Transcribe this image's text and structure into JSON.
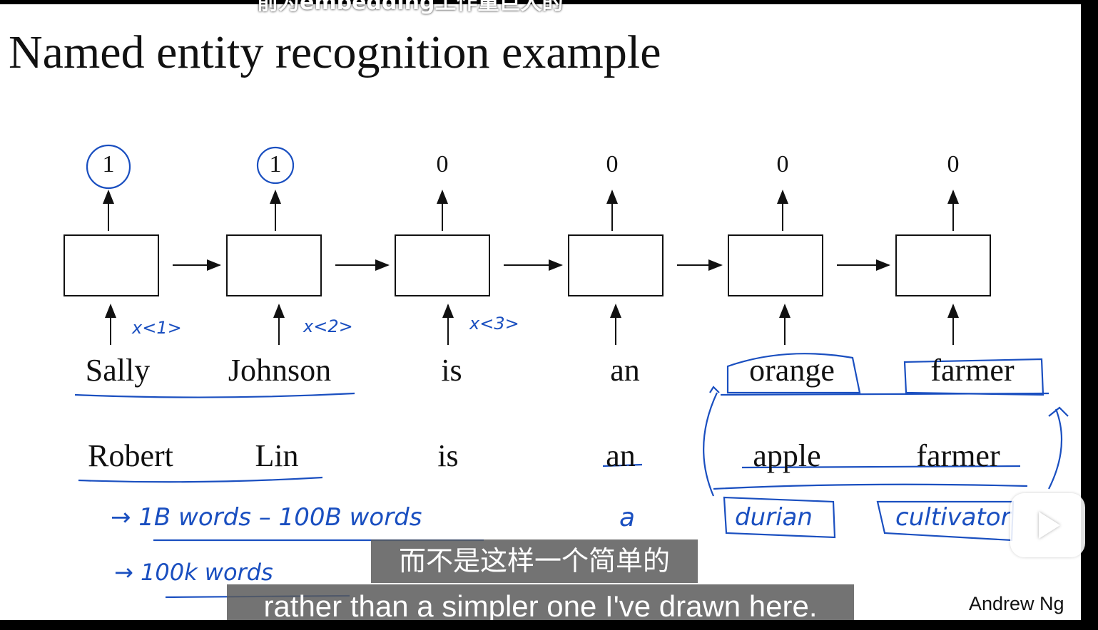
{
  "slide": {
    "title": "Named entity recognition example",
    "outputs": [
      "1",
      "1",
      "0",
      "0",
      "0",
      "0"
    ],
    "row1": [
      "Sally",
      "Johnson",
      "is",
      "an",
      "orange",
      "farmer"
    ],
    "row2": [
      "Robert",
      "Lin",
      "is",
      "an",
      "apple",
      "farmer"
    ],
    "annotations": {
      "x1": "x<1>",
      "x2": "x<2>",
      "x3": "x<3>",
      "line1": "→ 1B words – 100B words",
      "a": "a",
      "durian": "durian",
      "cultivator": "cultivator",
      "line2": "→ 100k words"
    },
    "author": "Andrew Ng"
  },
  "subtitles": {
    "top_partial": "前为embedding工作量巨大的",
    "chinese": "而不是这样一个简单的",
    "english": "rather than a simpler one I've drawn here."
  },
  "player": {
    "play_icon": "play-icon"
  }
}
